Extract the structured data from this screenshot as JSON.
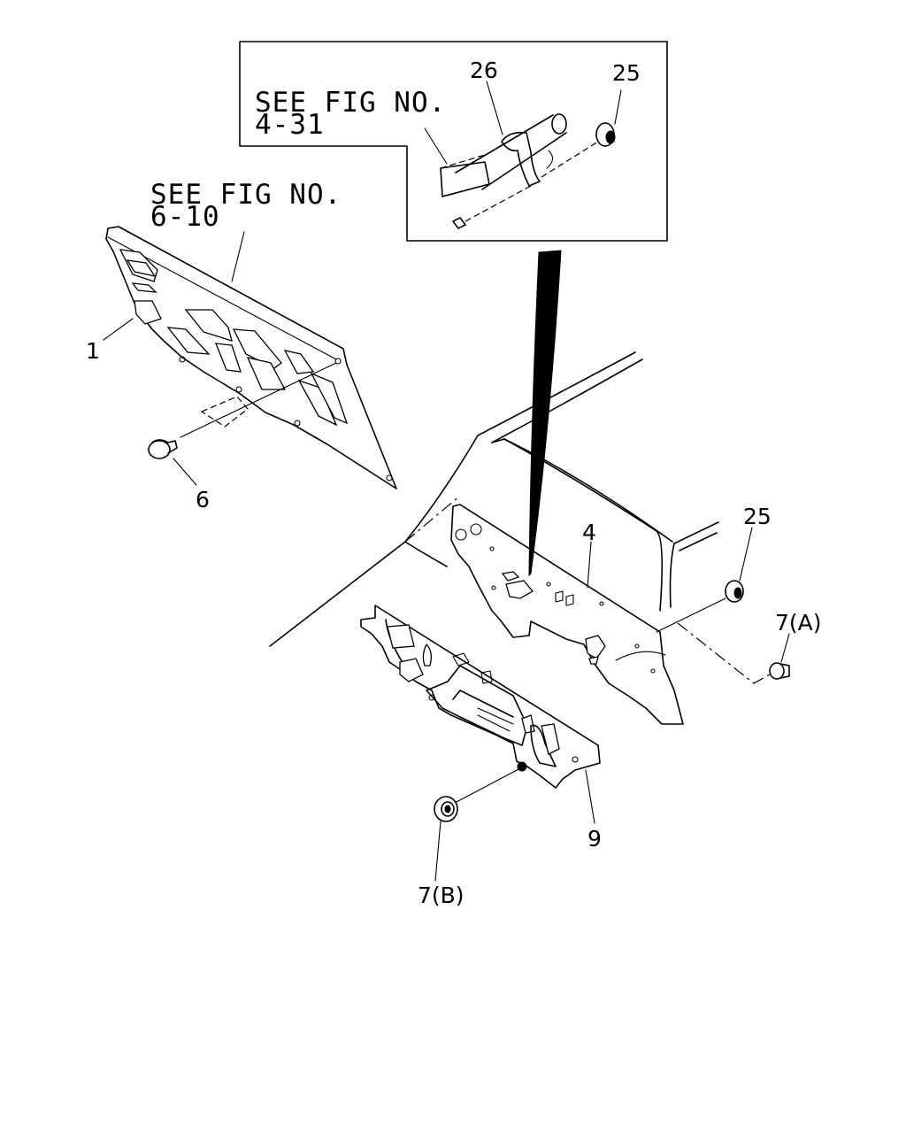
{
  "diagram": {
    "inset_reference": {
      "line1": "SEE FIG NO.",
      "line2": "4-31"
    },
    "panel_reference": {
      "line1": "SEE FIG NO.",
      "line2": "6-10"
    },
    "callouts": {
      "c1": "1",
      "c4": "4",
      "c6": "6",
      "c9": "9",
      "c25_inset": "25",
      "c26": "26",
      "c25": "25",
      "c7a": "7(A)",
      "c7b": "7(B)"
    }
  }
}
